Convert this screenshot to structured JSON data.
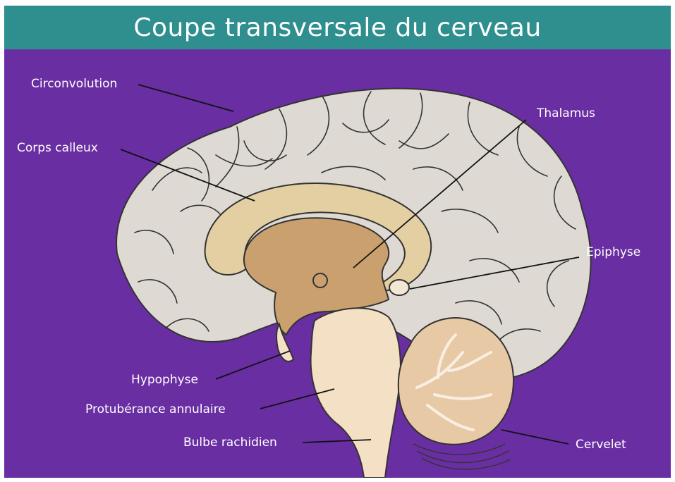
{
  "title": "Coupe transversale du cerveau",
  "labels": {
    "circonvolution": "Circonvolution",
    "corps_calleux": "Corps calleux",
    "thalamus": "Thalamus",
    "epiphyse": "Epiphyse",
    "hypophyse": "Hypophyse",
    "protuberance": "Protubérance annulaire",
    "bulbe": "Bulbe rachidien",
    "cervelet": "Cervelet"
  },
  "colors": {
    "header": "#2e8f8e",
    "background": "#6a2ea3",
    "cortex": "#dedad3",
    "corpus_callosum": "#e3cfa2",
    "thalamus": "#c9a06e",
    "brainstem": "#f4e0c4",
    "cerebellum": "#e8c9a6"
  }
}
